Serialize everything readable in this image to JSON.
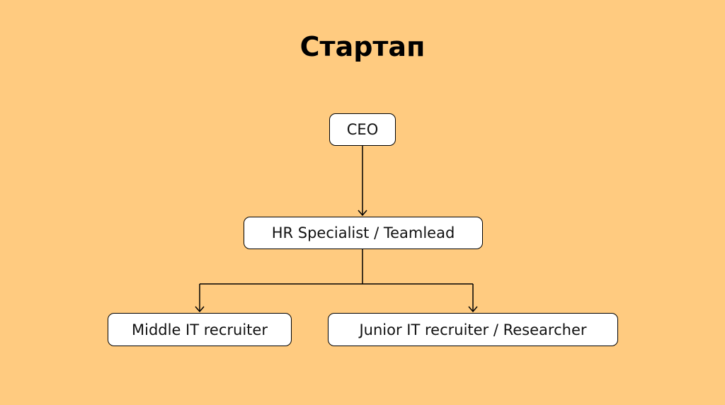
{
  "title": "Стартап",
  "nodes": {
    "ceo": "CEO",
    "hr": "HR Specialist / Teamlead",
    "middle": "Middle IT recruiter",
    "junior": "Junior IT recruiter / Researcher"
  },
  "colors": {
    "background": "#FFCB80",
    "node_fill": "#FFFFFF",
    "stroke": "#000000"
  }
}
